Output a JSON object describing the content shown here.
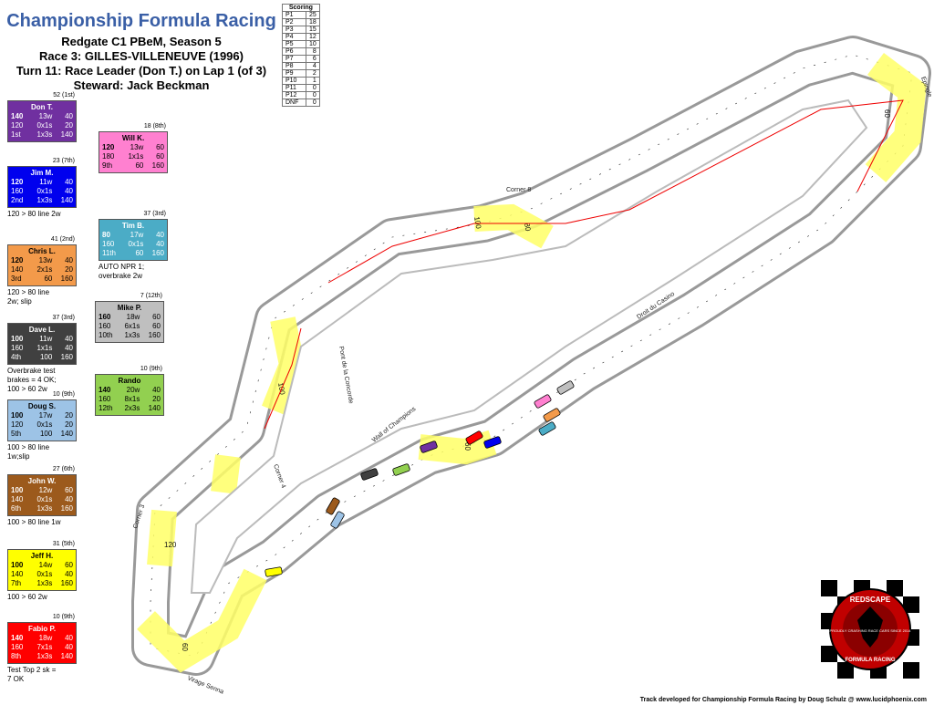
{
  "header": {
    "title": "Championship Formula Racing",
    "lines": [
      "Redgate C1 PBeM, Season 5",
      "Race 3: GILLES-VILLENEUVE (1996)",
      "Turn 11: Race Leader (Don T.) on Lap 1 (of 3)",
      "Steward: Jack Beckman"
    ]
  },
  "scoring": {
    "title": "Scoring",
    "rows": [
      {
        "pos": "P1",
        "pts": "25"
      },
      {
        "pos": "P2",
        "pts": "18"
      },
      {
        "pos": "P3",
        "pts": "15"
      },
      {
        "pos": "P4",
        "pts": "12"
      },
      {
        "pos": "P5",
        "pts": "10"
      },
      {
        "pos": "P6",
        "pts": "8"
      },
      {
        "pos": "P7",
        "pts": "6"
      },
      {
        "pos": "P8",
        "pts": "4"
      },
      {
        "pos": "P9",
        "pts": "2"
      },
      {
        "pos": "P10",
        "pts": "1"
      },
      {
        "pos": "P11",
        "pts": "0"
      },
      {
        "pos": "P12",
        "pts": "0"
      },
      {
        "pos": "DNF",
        "pts": "0"
      }
    ]
  },
  "drivers": [
    {
      "rank": "52 (1st)",
      "name": "Don T.",
      "color": "#7030a0",
      "text": "#ffffff",
      "rows": [
        [
          "140",
          "13w",
          "40"
        ],
        [
          "120",
          "0x1s",
          "20"
        ],
        [
          "1st",
          "1x3s",
          "140"
        ]
      ],
      "note": ""
    },
    {
      "rank": "23 (7th)",
      "name": "Jim M.",
      "color": "#0000ee",
      "text": "#ffffff",
      "rows": [
        [
          "120",
          "11w",
          "40"
        ],
        [
          "160",
          "0x1s",
          "40"
        ],
        [
          "2nd",
          "1x3s",
          "140"
        ]
      ],
      "note": "120 > 80 line 2w"
    },
    {
      "rank": "41 (2nd)",
      "name": "Chris L.",
      "color": "#f39a4a",
      "text": "#000000",
      "rows": [
        [
          "120",
          "13w",
          "40"
        ],
        [
          "140",
          "2x1s",
          "20"
        ],
        [
          "3rd",
          "60",
          "160"
        ]
      ],
      "note": "120 > 80 line\n2w; slip"
    },
    {
      "rank": "37 (3rd)",
      "name": "Dave L.",
      "color": "#404040",
      "text": "#ffffff",
      "rows": [
        [
          "100",
          "11w",
          "40"
        ],
        [
          "160",
          "1x1s",
          "40"
        ],
        [
          "4th",
          "100",
          "160"
        ]
      ],
      "note": "Overbrake test\nbrakes = 4 OK;\n100 > 60 2w"
    },
    {
      "rank": "10 (9th)",
      "name": "Doug S.",
      "color": "#9dc3e6",
      "text": "#000000",
      "rows": [
        [
          "100",
          "17w",
          "20"
        ],
        [
          "120",
          "0x1s",
          "20"
        ],
        [
          "5th",
          "100",
          "140"
        ]
      ],
      "note": "100 > 80 line\n1w;slip"
    },
    {
      "rank": "27 (6th)",
      "name": "John W.",
      "color": "#9c5a1c",
      "text": "#ffffff",
      "rows": [
        [
          "100",
          "12w",
          "60"
        ],
        [
          "140",
          "0x1s",
          "40"
        ],
        [
          "6th",
          "1x3s",
          "160"
        ]
      ],
      "note": "100 > 80 line 1w"
    },
    {
      "rank": "31 (5th)",
      "name": "Jeff H.",
      "color": "#ffff00",
      "text": "#000000",
      "rows": [
        [
          "100",
          "14w",
          "60"
        ],
        [
          "140",
          "0x1s",
          "40"
        ],
        [
          "7th",
          "1x3s",
          "160"
        ]
      ],
      "note": "100 > 60 2w"
    },
    {
      "rank": "10 (9th)",
      "name": "Fabio P.",
      "color": "#ff0000",
      "text": "#ffffff",
      "rows": [
        [
          "140",
          "18w",
          "40"
        ],
        [
          "160",
          "7x1s",
          "40"
        ],
        [
          "8th",
          "1x3s",
          "140"
        ]
      ],
      "note": "Test Top 2 sk =\n7 OK"
    },
    {
      "rank": "18 (8th)",
      "name": "Will K.",
      "color": "#ff80d0",
      "text": "#000000",
      "rows": [
        [
          "120",
          "13w",
          "60"
        ],
        [
          "180",
          "1x1s",
          "60"
        ],
        [
          "9th",
          "60",
          "160"
        ]
      ],
      "note": ""
    },
    {
      "rank": "37 (3rd)",
      "name": "Tim B.",
      "color": "#4bacc6",
      "text": "#ffffff",
      "rows": [
        [
          "80",
          "17w",
          "40"
        ],
        [
          "160",
          "0x1s",
          "40"
        ],
        [
          "11th",
          "60",
          "160"
        ]
      ],
      "note": "AUTO NPR 1;\noverbrake 2w"
    },
    {
      "rank": "7 (12th)",
      "name": "Mike P.",
      "color": "#bfbfbf",
      "text": "#000000",
      "rows": [
        [
          "160",
          "18w",
          "60"
        ],
        [
          "160",
          "6x1s",
          "60"
        ],
        [
          "10th",
          "1x3s",
          "160"
        ]
      ],
      "note": ""
    },
    {
      "rank": "10 (9th)",
      "name": "Rando",
      "color": "#92d050",
      "text": "#000000",
      "rows": [
        [
          "140",
          "20w",
          "40"
        ],
        [
          "160",
          "8x1s",
          "20"
        ],
        [
          "12th",
          "2x3s",
          "140"
        ]
      ],
      "note": ""
    }
  ],
  "track": {
    "corner_labels": [
      "Corner 8",
      "Corner 4",
      "Corner 3",
      "Pont de la Concorde",
      "Wall of Champions",
      "Droit du Casino",
      "Epingle",
      "Virage Senna"
    ],
    "speed_marks": [
      "100",
      "80",
      "60",
      "120"
    ]
  },
  "logo": {
    "top": "REDSCAPE",
    "middle": "PROUDLY CRASHING RACE CARS SINCE 2014",
    "bottom": "FORMULA RACING",
    "color": "#c00000"
  },
  "credit": "Track developed for Championship Formula Racing by Doug Schulz @ www.lucidphoenix.com"
}
